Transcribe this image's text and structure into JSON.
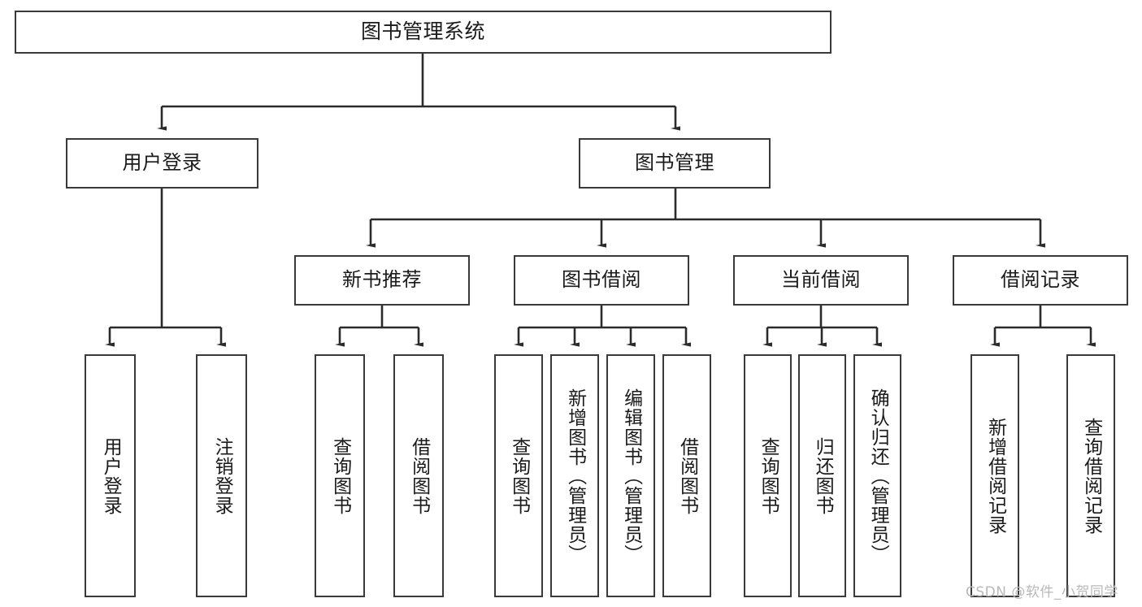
{
  "diagram": {
    "type": "tree",
    "title": "图书管理系统",
    "style": {
      "box_border": "#3a3a3a",
      "box_fill": "#ffffff",
      "line_color": "#2b2b2b",
      "text_color": "#1a1a1a",
      "background": "#ffffff",
      "watermark_color": "#b9b9b9"
    },
    "root": {
      "label": "图书管理系统",
      "children": [
        {
          "label": "用户登录",
          "children": [
            {
              "label": "用户登录"
            },
            {
              "label": "注销登录"
            }
          ]
        },
        {
          "label": "图书管理",
          "children": [
            {
              "label": "新书推荐",
              "children": [
                {
                  "label": "查询图书"
                },
                {
                  "label": "借阅图书"
                }
              ]
            },
            {
              "label": "图书借阅",
              "children": [
                {
                  "label": "查询图书"
                },
                {
                  "label": "新增图书（管理员）"
                },
                {
                  "label": "编辑图书（管理员）"
                },
                {
                  "label": "借阅图书"
                }
              ]
            },
            {
              "label": "当前借阅",
              "children": [
                {
                  "label": "查询图书"
                },
                {
                  "label": "归还图书"
                },
                {
                  "label": "确认归还（管理员）"
                }
              ]
            },
            {
              "label": "借阅记录",
              "children": [
                {
                  "label": "新增借阅记录"
                },
                {
                  "label": "查询借阅记录"
                }
              ]
            }
          ]
        }
      ]
    },
    "nodes": {
      "root": "图书管理系统",
      "user_login": "用户登录",
      "book_manage": "图书管理",
      "new_book_rec": "新书推荐",
      "book_borrow": "图书借阅",
      "current_borrow": "当前借阅",
      "borrow_record": "借阅记录",
      "leaf_user_login": "用户登录",
      "leaf_logout": "注销登录",
      "leaf_rec_query": "查询图书",
      "leaf_rec_borrow": "借阅图书",
      "leaf_borrow_query": "查询图书",
      "leaf_borrow_add": "新增图书（管理员）",
      "leaf_borrow_edit": "编辑图书（管理员）",
      "leaf_borrow_borrow": "借阅图书",
      "leaf_cur_query": "查询图书",
      "leaf_cur_return": "归还图书",
      "leaf_cur_confirm": "确认归还（管理员）",
      "leaf_rec_add": "新增借阅记录",
      "leaf_rec_search": "查询借阅记录"
    }
  },
  "watermark": {
    "text": "CSDN @软件_小贺同学"
  }
}
